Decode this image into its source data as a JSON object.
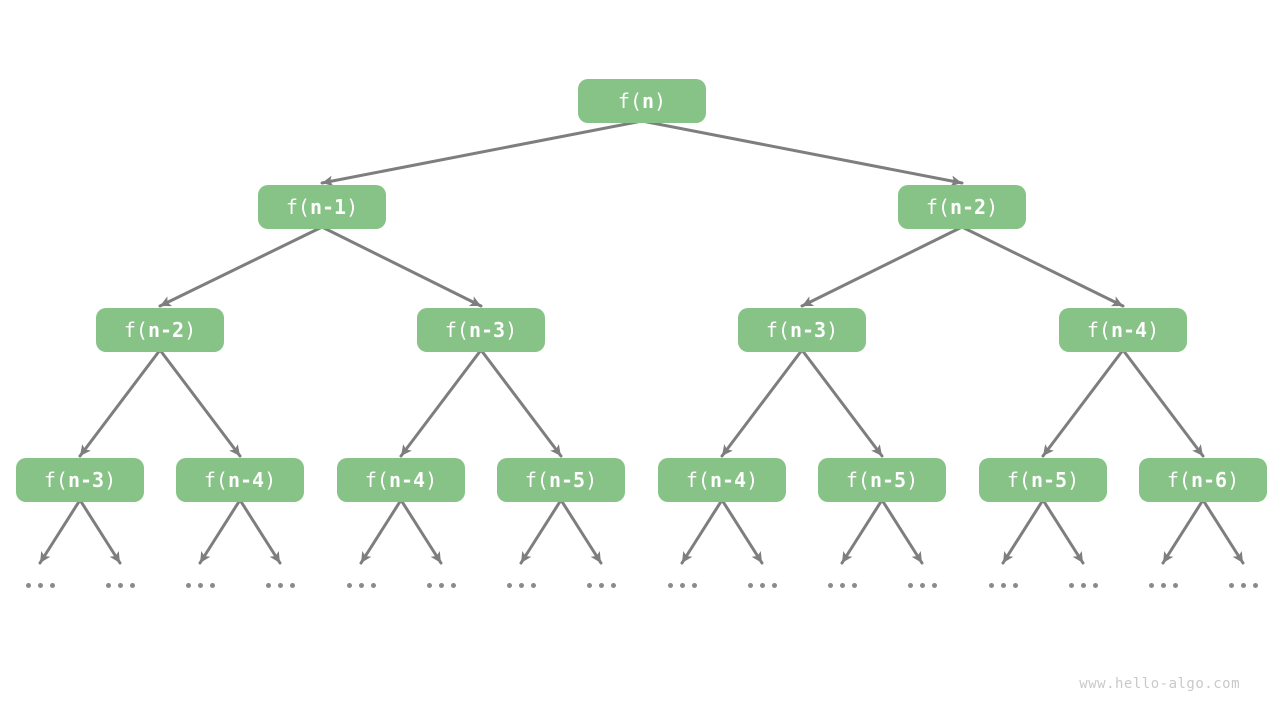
{
  "diagram_title": "recursion-tree",
  "watermark": "www.hello-algo.com",
  "colors": {
    "background": "#ffffff",
    "node_fill": "#87c287",
    "node_text": "#ffffff",
    "edge": "#7e7e7e",
    "dot": "#8a8a8a",
    "watermark": "#c9c9c9"
  },
  "tree": {
    "levels": [
      [
        {
          "pre": "f(",
          "bold": "n",
          "post": ")"
        }
      ],
      [
        {
          "pre": "f(",
          "bold": "n-1",
          "post": ")"
        },
        {
          "pre": "f(",
          "bold": "n-2",
          "post": ")"
        }
      ],
      [
        {
          "pre": "f(",
          "bold": "n-2",
          "post": ")"
        },
        {
          "pre": "f(",
          "bold": "n-3",
          "post": ")"
        },
        {
          "pre": "f(",
          "bold": "n-3",
          "post": ")"
        },
        {
          "pre": "f(",
          "bold": "n-4",
          "post": ")"
        }
      ],
      [
        {
          "pre": "f(",
          "bold": "n-3",
          "post": ")"
        },
        {
          "pre": "f(",
          "bold": "n-4",
          "post": ")"
        },
        {
          "pre": "f(",
          "bold": "n-4",
          "post": ")"
        },
        {
          "pre": "f(",
          "bold": "n-5",
          "post": ")"
        },
        {
          "pre": "f(",
          "bold": "n-4",
          "post": ")"
        },
        {
          "pre": "f(",
          "bold": "n-5",
          "post": ")"
        },
        {
          "pre": "f(",
          "bold": "n-5",
          "post": ")"
        },
        {
          "pre": "f(",
          "bold": "n-6",
          "post": ")"
        }
      ]
    ],
    "leaf_ellipsis_groups": 16
  }
}
